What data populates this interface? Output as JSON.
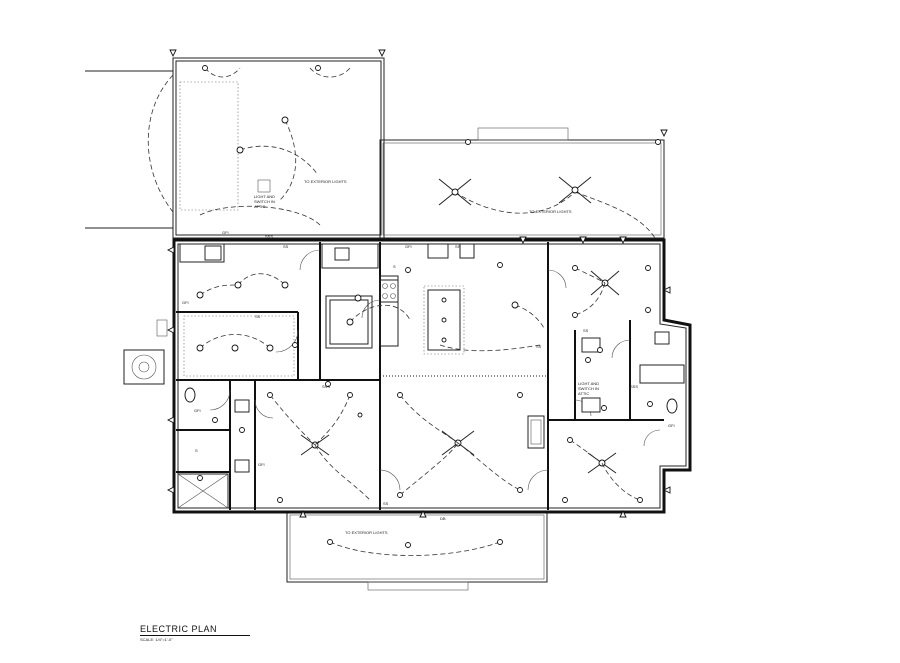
{
  "title_block": {
    "title": "ELECTRIC PLAN",
    "scale": "SCALE: 1/4\"=1'-0\""
  },
  "notes": {
    "exterior_lights_rear": "TO EXTERIOR LIGHTS",
    "exterior_lights_side": "TO EXTERIOR LIGHTS",
    "exterior_lights_front": "TO EXTERIOR LIGHTS",
    "attic_light_garage_1": "LIGHT AND",
    "attic_light_garage_2": "SWITCH IN",
    "attic_light_garage_3": "ATTIC",
    "attic_light_bath_1": "LIGHT AND",
    "attic_light_bath_2": "SWITCH IN",
    "attic_light_bath_3": "ATTIC"
  },
  "symbols": {
    "gfi": "GFI",
    "wp": "WP",
    "db": "DB",
    "switch_single": "S",
    "switch_double": "SS",
    "switch_triple": "SSS"
  },
  "icons": [
    "ceiling-fan-icon",
    "ceiling-light-icon",
    "switch-icon",
    "outlet-icon",
    "smoke-detector-icon"
  ]
}
